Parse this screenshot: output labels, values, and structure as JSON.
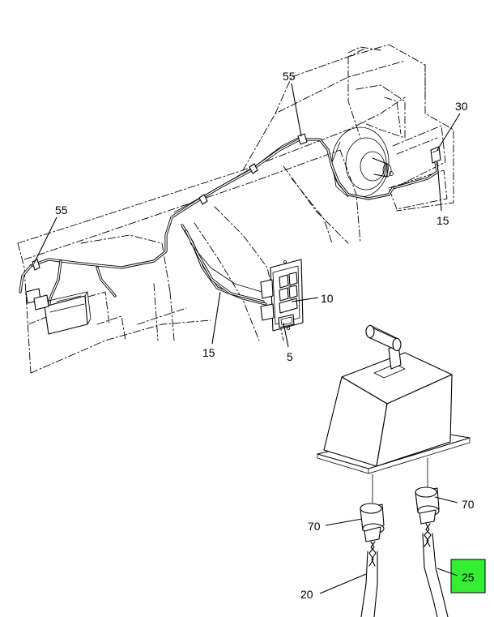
{
  "callouts": {
    "c55_top": "55",
    "c55_left": "55",
    "c30": "30",
    "c15_right": "15",
    "c10": "10",
    "c15_mid": "15",
    "c5": "5",
    "c70_left": "70",
    "c70_right": "70",
    "c20": "20",
    "c25": "25"
  },
  "colors": {
    "highlight": "#33ee33",
    "line": "#000000",
    "background": "#ffffff"
  }
}
